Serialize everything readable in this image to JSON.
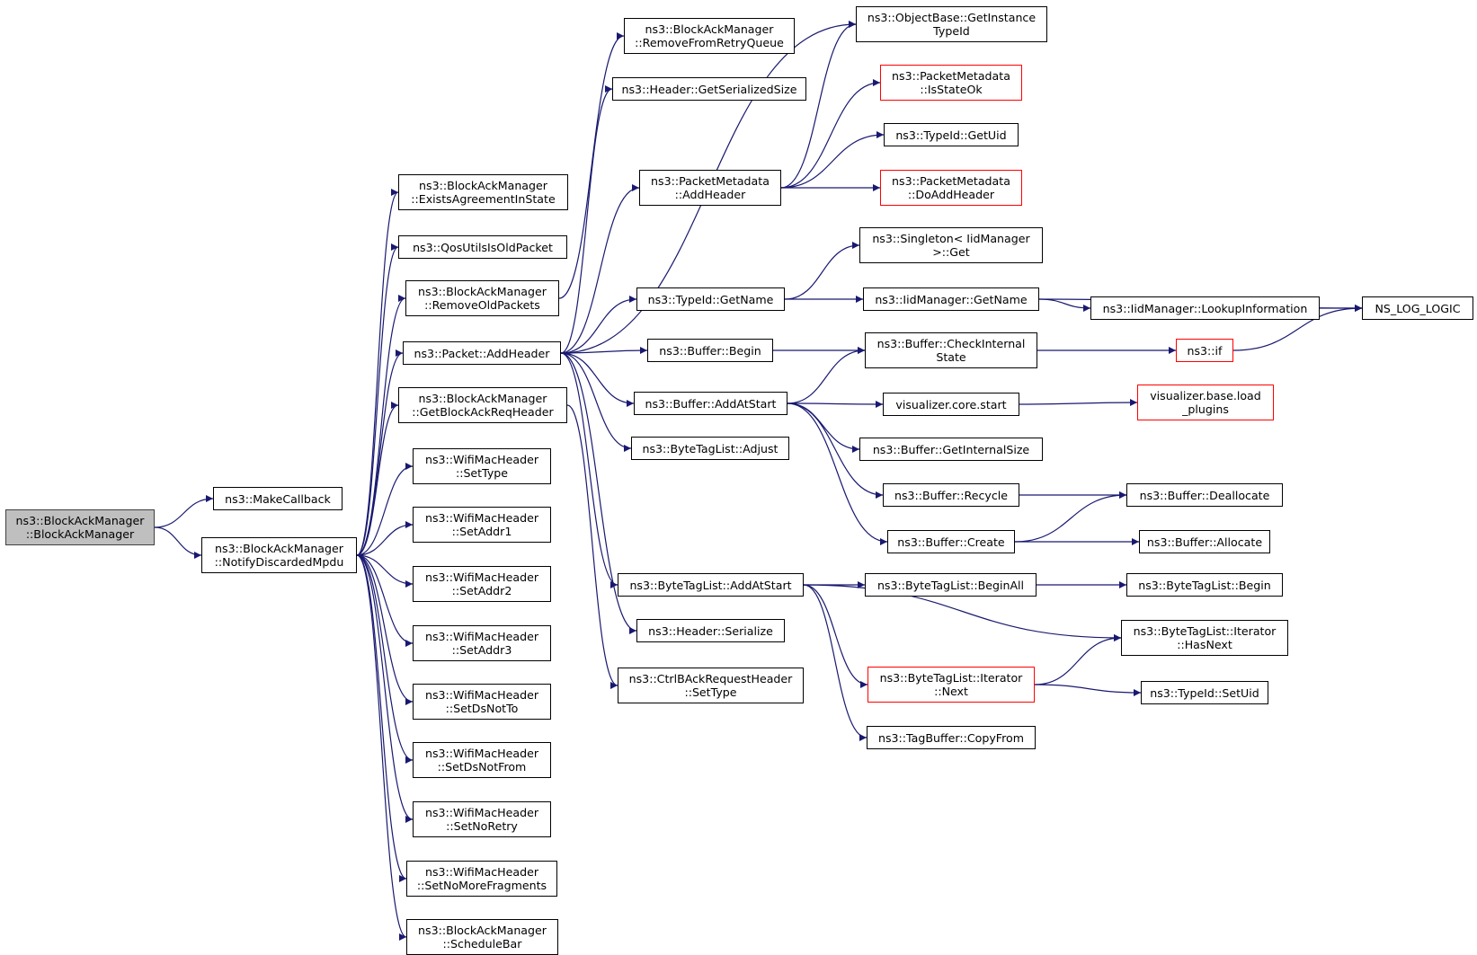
{
  "diagram": {
    "edge_color": "#191970",
    "truncated_border_color": "#ff0000",
    "root_fill_color": "#bfbfbf",
    "nodes": [
      {
        "id": "root",
        "lines": [
          "ns3::BlockAckManager",
          "::BlockAckManager"
        ],
        "root": true
      },
      {
        "id": "makecallback",
        "lines": [
          "ns3::MakeCallback"
        ]
      },
      {
        "id": "notify",
        "lines": [
          "ns3::BlockAckManager",
          "::NotifyDiscardedMpdu"
        ]
      },
      {
        "id": "exists",
        "lines": [
          "ns3::BlockAckManager",
          "::ExistsAgreementInState"
        ]
      },
      {
        "id": "qos",
        "lines": [
          "ns3::QosUtilsIsOldPacket"
        ]
      },
      {
        "id": "removeold",
        "lines": [
          "ns3::BlockAckManager",
          "::RemoveOldPackets"
        ]
      },
      {
        "id": "pktadd",
        "lines": [
          "ns3::Packet::AddHeader"
        ]
      },
      {
        "id": "getbar",
        "lines": [
          "ns3::BlockAckManager",
          "::GetBlockAckReqHeader"
        ]
      },
      {
        "id": "settype",
        "lines": [
          "ns3::WifiMacHeader",
          "::SetType"
        ]
      },
      {
        "id": "setaddr1",
        "lines": [
          "ns3::WifiMacHeader",
          "::SetAddr1"
        ]
      },
      {
        "id": "setaddr2",
        "lines": [
          "ns3::WifiMacHeader",
          "::SetAddr2"
        ]
      },
      {
        "id": "setaddr3",
        "lines": [
          "ns3::WifiMacHeader",
          "::SetAddr3"
        ]
      },
      {
        "id": "setdsnotto",
        "lines": [
          "ns3::WifiMacHeader",
          "::SetDsNotTo"
        ]
      },
      {
        "id": "setdsnotfrom",
        "lines": [
          "ns3::WifiMacHeader",
          "::SetDsNotFrom"
        ]
      },
      {
        "id": "setnoretry",
        "lines": [
          "ns3::WifiMacHeader",
          "::SetNoRetry"
        ]
      },
      {
        "id": "setnomorefrag",
        "lines": [
          "ns3::WifiMacHeader",
          "::SetNoMoreFragments"
        ]
      },
      {
        "id": "schedulebar",
        "lines": [
          "ns3::BlockAckManager",
          "::ScheduleBar"
        ]
      },
      {
        "id": "removeretry",
        "lines": [
          "ns3::BlockAckManager",
          "::RemoveFromRetryQueue"
        ]
      },
      {
        "id": "getsersize",
        "lines": [
          "ns3::Header::GetSerializedSize"
        ]
      },
      {
        "id": "pmaddheader",
        "lines": [
          "ns3::PacketMetadata",
          "::AddHeader"
        ]
      },
      {
        "id": "typeidgetname",
        "lines": [
          "ns3::TypeId::GetName"
        ]
      },
      {
        "id": "bufbegin",
        "lines": [
          "ns3::Buffer::Begin"
        ]
      },
      {
        "id": "bufaddatstart",
        "lines": [
          "ns3::Buffer::AddAtStart"
        ]
      },
      {
        "id": "btladjust",
        "lines": [
          "ns3::ByteTagList::Adjust"
        ]
      },
      {
        "id": "btladdatstart",
        "lines": [
          "ns3::ByteTagList::AddAtStart"
        ]
      },
      {
        "id": "hdrserialize",
        "lines": [
          "ns3::Header::Serialize"
        ]
      },
      {
        "id": "ctrlsettype",
        "lines": [
          "ns3::CtrlBAckRequestHeader",
          "::SetType"
        ]
      },
      {
        "id": "objbase",
        "lines": [
          "ns3::ObjectBase::GetInstance",
          "TypeId"
        ]
      },
      {
        "id": "isstateok",
        "lines": [
          "ns3::PacketMetadata",
          "::IsStateOk"
        ],
        "truncated": true
      },
      {
        "id": "getuid",
        "lines": [
          "ns3::TypeId::GetUid"
        ]
      },
      {
        "id": "doaddheader",
        "lines": [
          "ns3::PacketMetadata",
          "::DoAddHeader"
        ],
        "truncated": true
      },
      {
        "id": "singleton",
        "lines": [
          "ns3::Singleton< IidManager",
          ">::Get"
        ]
      },
      {
        "id": "iidgetname",
        "lines": [
          "ns3::IidManager::GetName"
        ]
      },
      {
        "id": "checkinternal",
        "lines": [
          "ns3::Buffer::CheckInternal",
          "State"
        ]
      },
      {
        "id": "vizstart",
        "lines": [
          "visualizer.core.start"
        ]
      },
      {
        "id": "getinternalsize",
        "lines": [
          "ns3::Buffer::GetInternalSize"
        ]
      },
      {
        "id": "recycle",
        "lines": [
          "ns3::Buffer::Recycle"
        ]
      },
      {
        "id": "create",
        "lines": [
          "ns3::Buffer::Create"
        ]
      },
      {
        "id": "beginall",
        "lines": [
          "ns3::ByteTagList::BeginAll"
        ]
      },
      {
        "id": "iternext",
        "lines": [
          "ns3::ByteTagList::Iterator",
          "::Next"
        ],
        "truncated": true
      },
      {
        "id": "copyfrom",
        "lines": [
          "ns3::TagBuffer::CopyFrom"
        ]
      },
      {
        "id": "lookup",
        "lines": [
          "ns3::IidManager::LookupInformation"
        ]
      },
      {
        "id": "nsif",
        "lines": [
          "ns3::if"
        ],
        "truncated": true
      },
      {
        "id": "loadplugins",
        "lines": [
          "visualizer.base.load",
          "_plugins"
        ],
        "truncated": true
      },
      {
        "id": "deallocate",
        "lines": [
          "ns3::Buffer::Deallocate"
        ]
      },
      {
        "id": "allocate",
        "lines": [
          "ns3::Buffer::Allocate"
        ]
      },
      {
        "id": "btlbegin",
        "lines": [
          "ns3::ByteTagList::Begin"
        ]
      },
      {
        "id": "hasnext",
        "lines": [
          "ns3::ByteTagList::Iterator",
          "::HasNext"
        ]
      },
      {
        "id": "setuid",
        "lines": [
          "ns3::TypeId::SetUid"
        ]
      },
      {
        "id": "nslog",
        "lines": [
          "NS_LOG_LOGIC"
        ]
      }
    ],
    "edges": [
      [
        "root",
        "makecallback"
      ],
      [
        "root",
        "notify"
      ],
      [
        "notify",
        "exists"
      ],
      [
        "notify",
        "qos"
      ],
      [
        "notify",
        "removeold"
      ],
      [
        "notify",
        "pktadd"
      ],
      [
        "notify",
        "getbar"
      ],
      [
        "notify",
        "settype"
      ],
      [
        "notify",
        "setaddr1"
      ],
      [
        "notify",
        "setaddr2"
      ],
      [
        "notify",
        "setaddr3"
      ],
      [
        "notify",
        "setdsnotto"
      ],
      [
        "notify",
        "setdsnotfrom"
      ],
      [
        "notify",
        "setnoretry"
      ],
      [
        "notify",
        "setnomorefrag"
      ],
      [
        "notify",
        "schedulebar"
      ],
      [
        "removeold",
        "removeretry"
      ],
      [
        "pktadd",
        "getsersize"
      ],
      [
        "pktadd",
        "objbase"
      ],
      [
        "pktadd",
        "pmaddheader"
      ],
      [
        "pktadd",
        "typeidgetname"
      ],
      [
        "pktadd",
        "bufbegin"
      ],
      [
        "pktadd",
        "bufaddatstart"
      ],
      [
        "pktadd",
        "btladjust"
      ],
      [
        "pktadd",
        "btladdatstart"
      ],
      [
        "pktadd",
        "hdrserialize"
      ],
      [
        "getbar",
        "ctrlsettype"
      ],
      [
        "pmaddheader",
        "objbase"
      ],
      [
        "pmaddheader",
        "isstateok"
      ],
      [
        "pmaddheader",
        "getuid"
      ],
      [
        "pmaddheader",
        "doaddheader"
      ],
      [
        "typeidgetname",
        "singleton"
      ],
      [
        "typeidgetname",
        "iidgetname"
      ],
      [
        "iidgetname",
        "lookup"
      ],
      [
        "iidgetname",
        "nslog"
      ],
      [
        "lookup",
        "nslog"
      ],
      [
        "bufbegin",
        "checkinternal"
      ],
      [
        "checkinternal",
        "nsif"
      ],
      [
        "nsif",
        "nslog"
      ],
      [
        "bufaddatstart",
        "checkinternal"
      ],
      [
        "bufaddatstart",
        "vizstart"
      ],
      [
        "bufaddatstart",
        "getinternalsize"
      ],
      [
        "bufaddatstart",
        "recycle"
      ],
      [
        "bufaddatstart",
        "create"
      ],
      [
        "vizstart",
        "loadplugins"
      ],
      [
        "recycle",
        "deallocate"
      ],
      [
        "create",
        "deallocate"
      ],
      [
        "create",
        "allocate"
      ],
      [
        "btladdatstart",
        "beginall"
      ],
      [
        "btladdatstart",
        "hasnext"
      ],
      [
        "btladdatstart",
        "iternext"
      ],
      [
        "btladdatstart",
        "copyfrom"
      ],
      [
        "beginall",
        "btlbegin"
      ],
      [
        "iternext",
        "hasnext"
      ],
      [
        "iternext",
        "setuid"
      ]
    ]
  }
}
